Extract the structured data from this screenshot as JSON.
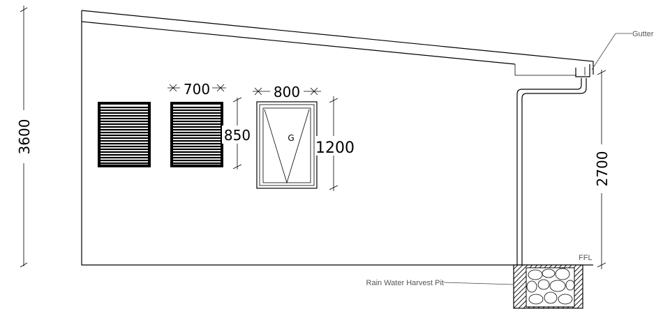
{
  "dimensions": {
    "overall_height": "3600",
    "floor_to_gutter": "2700",
    "louvre_width": "700",
    "louvre_height": "850",
    "window_width": "800",
    "window_height": "1200"
  },
  "labels": {
    "gutter": "Gutter",
    "ffl": "FFL",
    "pit": "Rain Water Harvest Pit",
    "window_tag": "G"
  }
}
